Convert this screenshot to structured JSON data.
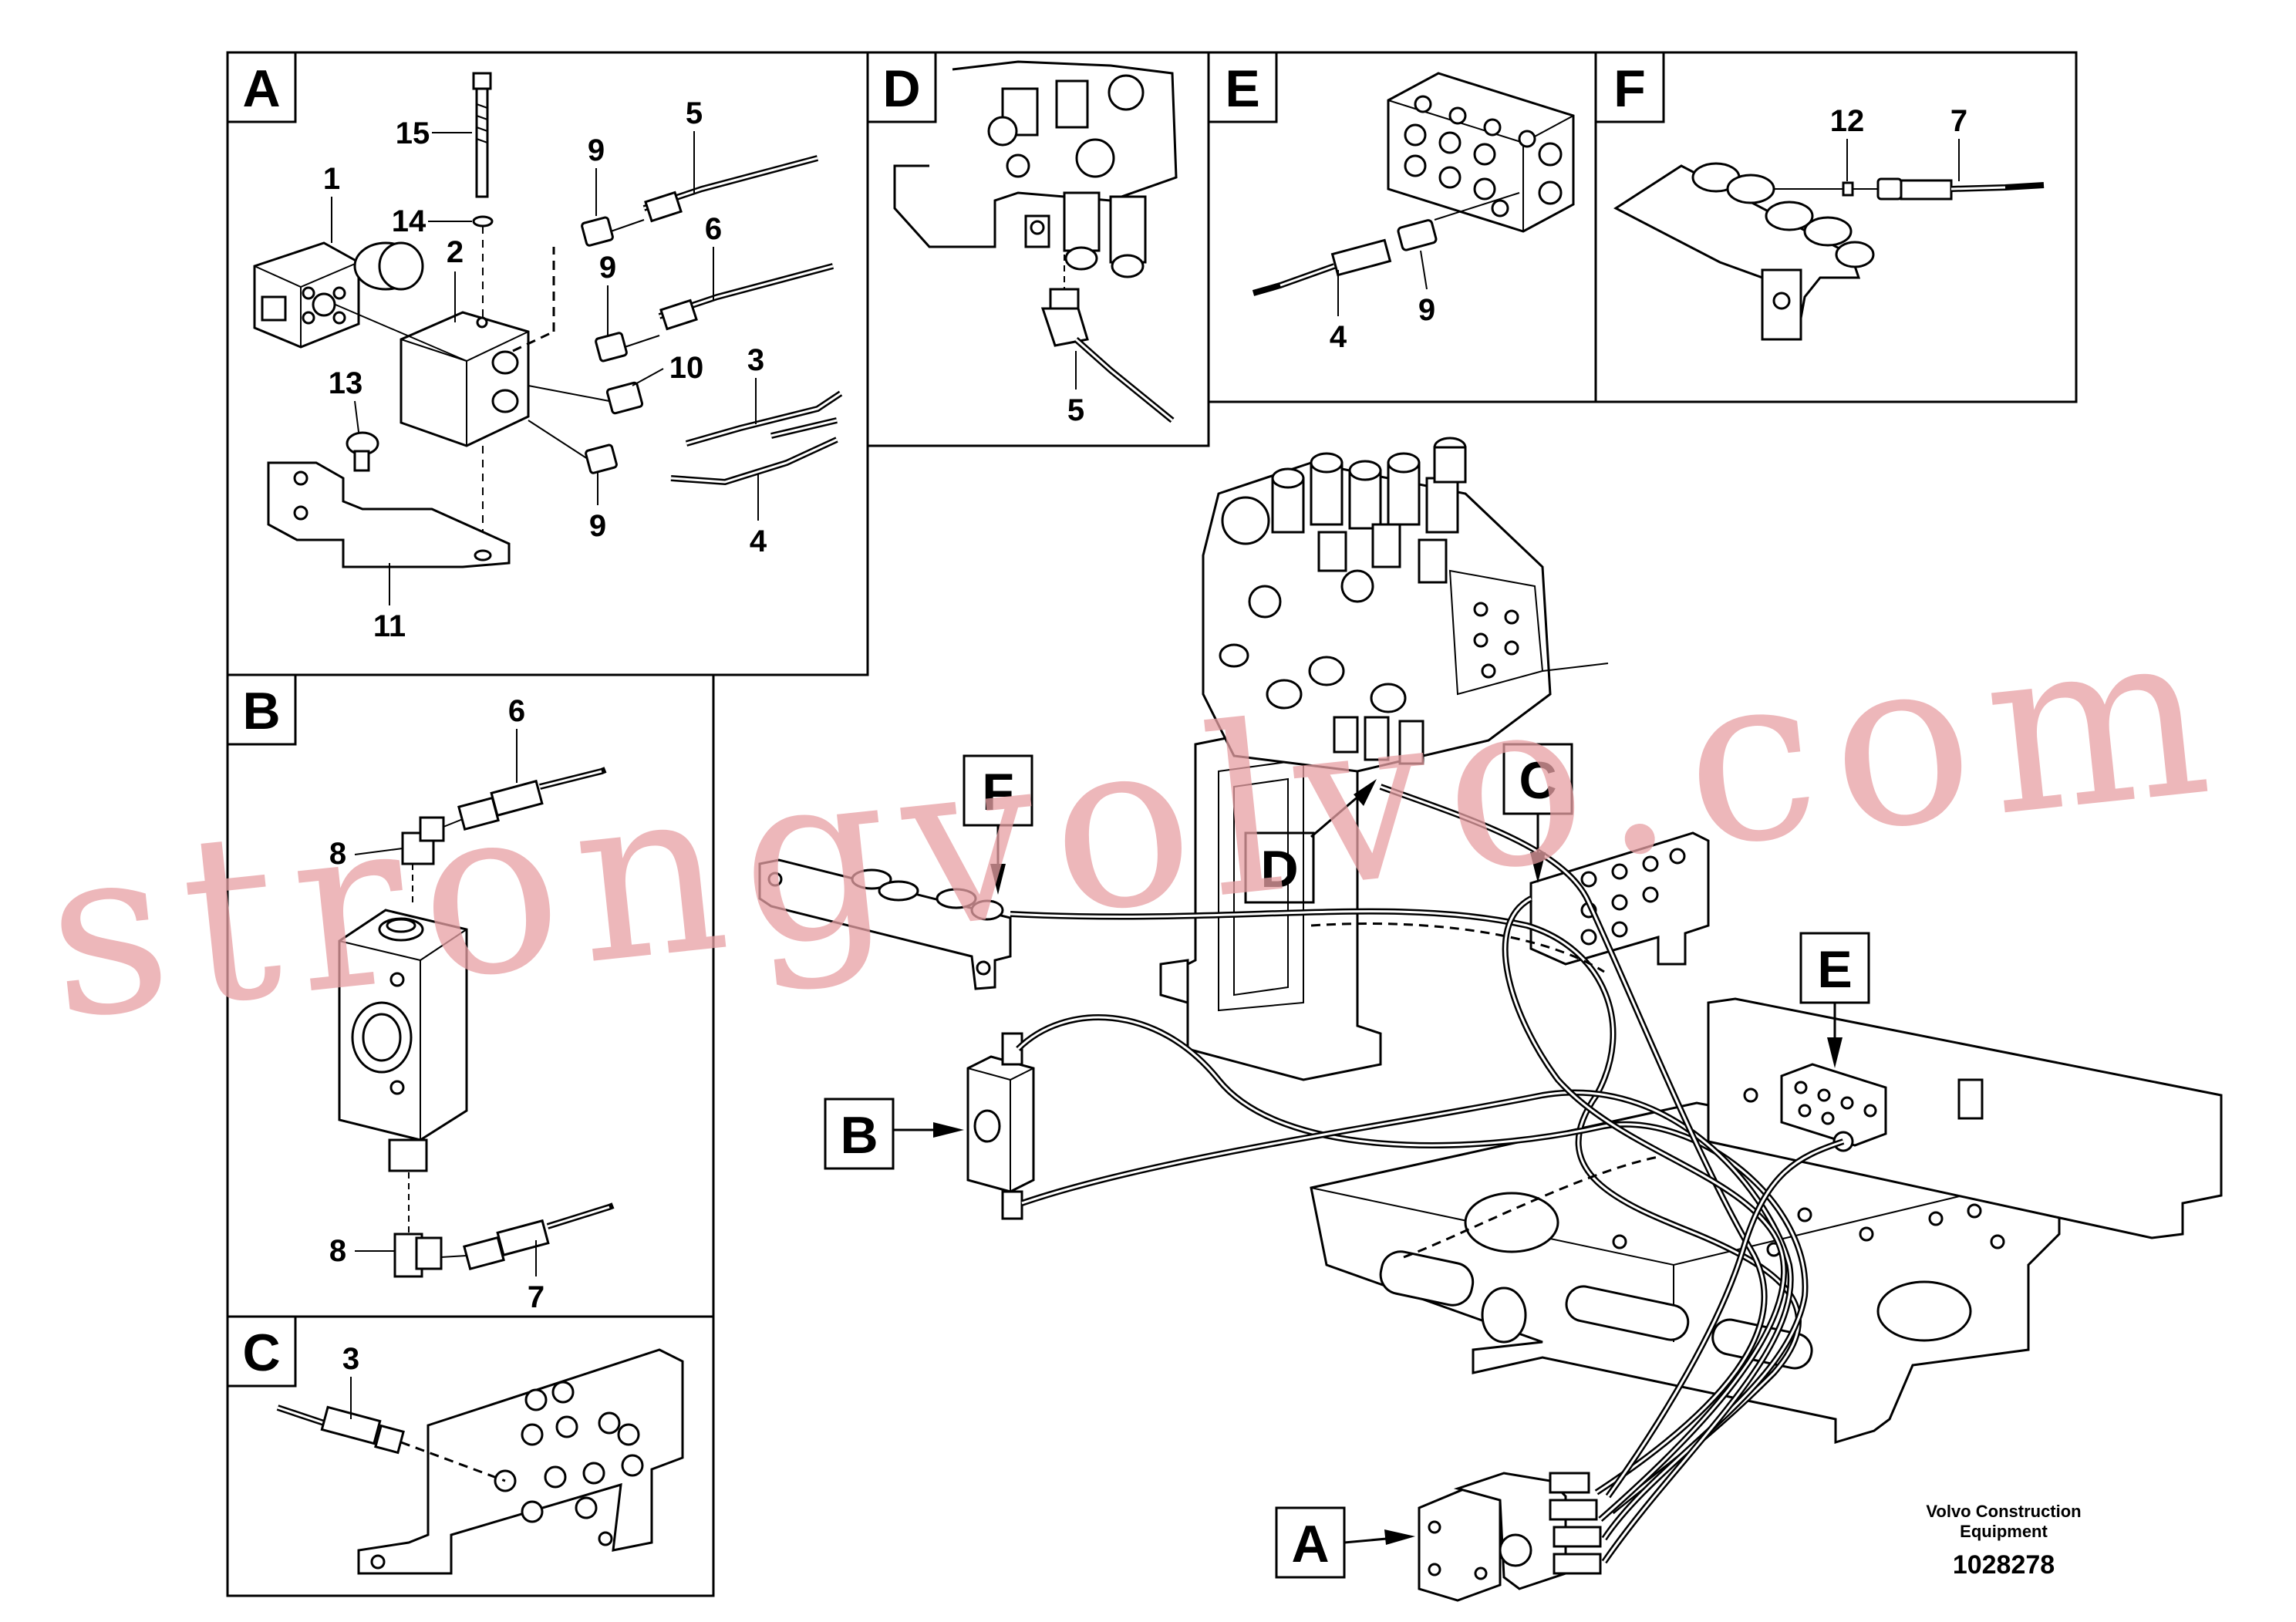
{
  "panels": {
    "A": {
      "label": "A",
      "callouts": [
        "15",
        "9",
        "5",
        "1",
        "14",
        "2",
        "6",
        "9",
        "10",
        "3",
        "13",
        "9",
        "4",
        "11"
      ]
    },
    "B": {
      "label": "B",
      "callouts": [
        "6",
        "8",
        "8",
        "7"
      ]
    },
    "C": {
      "label": "C",
      "callouts": [
        "3"
      ]
    },
    "D": {
      "label": "D",
      "callouts": [
        "5"
      ]
    },
    "E": {
      "label": "E",
      "callouts": [
        "4",
        "9"
      ]
    },
    "F": {
      "label": "F",
      "callouts": [
        "12",
        "7"
      ]
    }
  },
  "main_view": {
    "pointers": [
      "F",
      "C",
      "D",
      "E",
      "B",
      "A"
    ]
  },
  "watermark": "strongvolvo.com",
  "footer": {
    "company": "Volvo Construction",
    "company_line2": "Equipment",
    "drawing_number": "1028278"
  }
}
